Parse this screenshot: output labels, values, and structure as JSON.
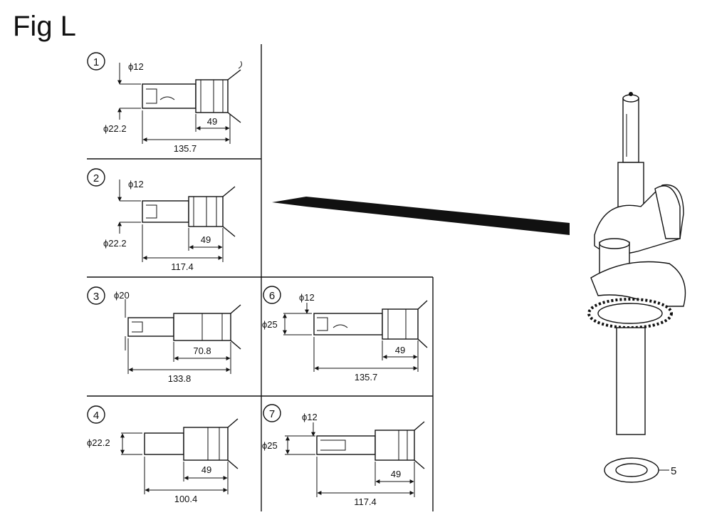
{
  "figure_title": "Fig L",
  "variants": [
    {
      "number": "1",
      "dims": {
        "small_dia": "ϕ12",
        "large_dia": "ϕ22.2",
        "inner_len": "49",
        "total_len": "135.7"
      }
    },
    {
      "number": "2",
      "dims": {
        "small_dia": "ϕ12",
        "large_dia": "ϕ22.2",
        "inner_len": "49",
        "total_len": "117.4"
      }
    },
    {
      "number": "3",
      "dims": {
        "dia": "ϕ20",
        "inner_len": "70.8",
        "total_len": "133.8"
      }
    },
    {
      "number": "4",
      "dims": {
        "dia": "ϕ22.2",
        "inner_len": "49",
        "total_len": "100.4"
      }
    },
    {
      "number": "6",
      "dims": {
        "small_dia": "ϕ12",
        "large_dia": "ϕ25",
        "inner_len": "49",
        "total_len": "135.7"
      }
    },
    {
      "number": "7",
      "dims": {
        "small_dia": "ϕ12",
        "large_dia": "ϕ25",
        "inner_len": "49",
        "total_len": "117.4"
      }
    }
  ],
  "part_label": "5"
}
